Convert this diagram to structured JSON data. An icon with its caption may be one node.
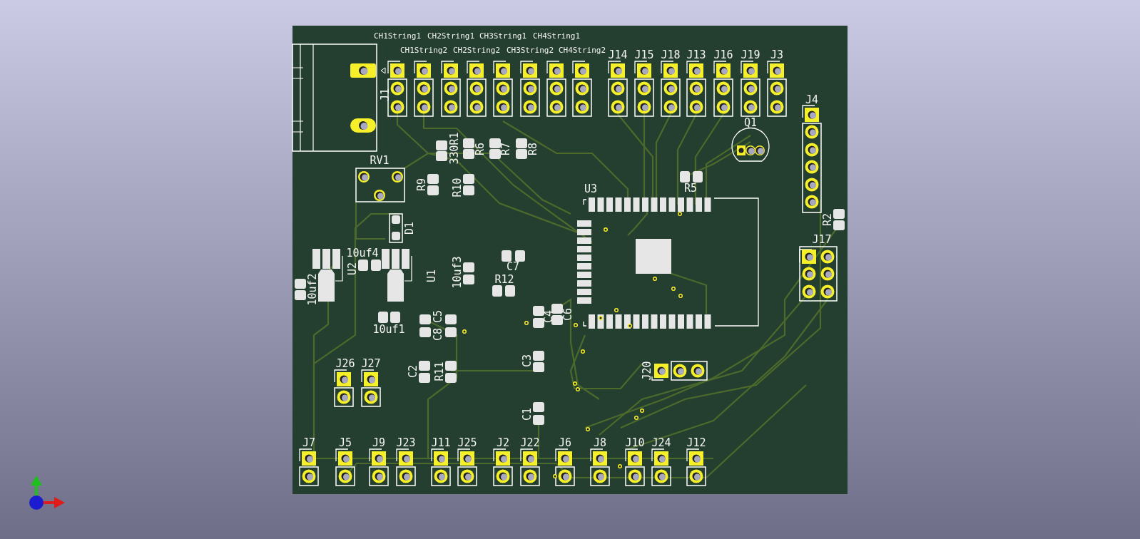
{
  "diagram": {
    "labels": [
      "CH1String1",
      "CH1String2",
      "CH2String1",
      "CH2String2",
      "CH3String1",
      "CH3String2",
      "CH4String1",
      "CH4String2",
      "J14",
      "J15",
      "J18",
      "J13",
      "J16",
      "J19",
      "J3",
      "J1",
      "J4",
      "Q1",
      "330R1",
      "R6",
      "R7",
      "R8",
      "RV1",
      "R9",
      "R10",
      "U3",
      "R5",
      "R2",
      "J17",
      "D1",
      "10uf4",
      "10uf2",
      "U2",
      "U1",
      "10uf3",
      "C7",
      "R12",
      "C4",
      "C6",
      "10uf1",
      "C5",
      "C8",
      "C3",
      "J20",
      "C2",
      "R11",
      "J26",
      "J27",
      "C1",
      "J7",
      "J5",
      "J9",
      "J23",
      "J11",
      "J25",
      "J2",
      "J22",
      "J6",
      "J8",
      "J10",
      "J24",
      "J12"
    ]
  }
}
